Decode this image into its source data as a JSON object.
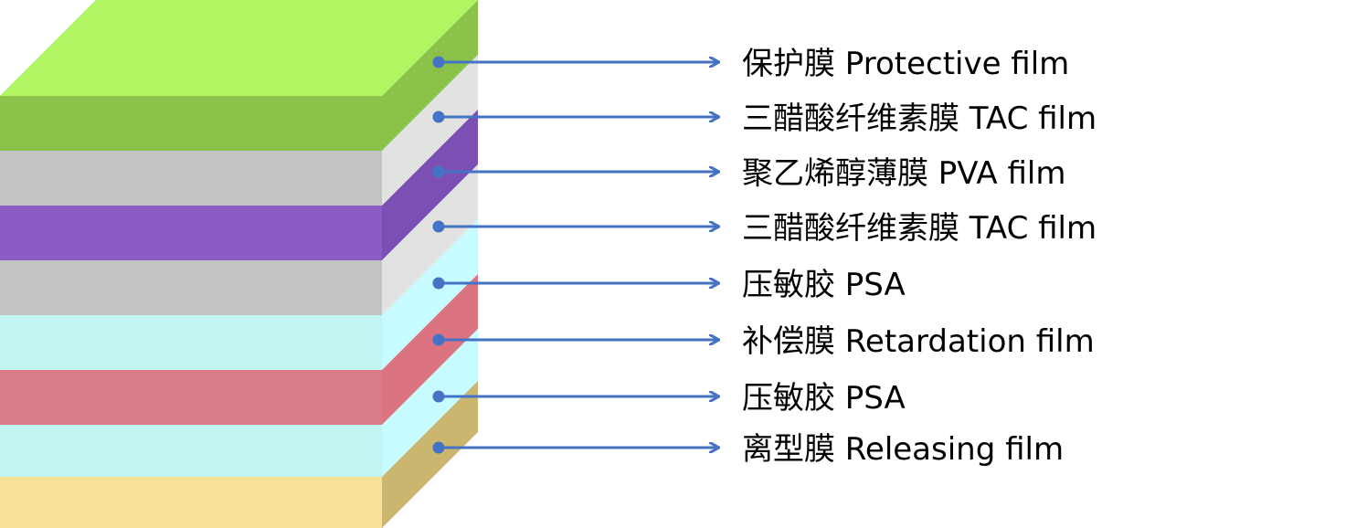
{
  "diagram": {
    "layers": [
      {
        "label": "保护膜 Protective film",
        "color": "#8bc34a",
        "top_color": "#b0f562",
        "side_color": "#8bc34a"
      },
      {
        "label": "三醋酸纤维素膜 TAC film",
        "color": "#c3c3c3",
        "side_color": "#e2e2e2"
      },
      {
        "label": "聚乙烯醇薄膜 PVA film",
        "color": "#8a5cc4",
        "side_color": "#7b4fb3"
      },
      {
        "label": "三醋酸纤维素膜 TAC film",
        "color": "#c3c3c3",
        "side_color": "#e2e2e2"
      },
      {
        "label": "压敏胶 PSA",
        "color": "#c2f4f2",
        "side_color": "#c7fbff"
      },
      {
        "label": "补偿膜 Retardation film",
        "color": "#d97c88",
        "side_color": "#dc7381"
      },
      {
        "label": "压敏胶 PSA",
        "color": "#c2f4f2",
        "side_color": "#c7fbff"
      },
      {
        "label": "离型膜 Releasing film",
        "color": "#f8e196",
        "side_color": "#cbb670"
      }
    ],
    "arrow_color": "#4472c4"
  }
}
